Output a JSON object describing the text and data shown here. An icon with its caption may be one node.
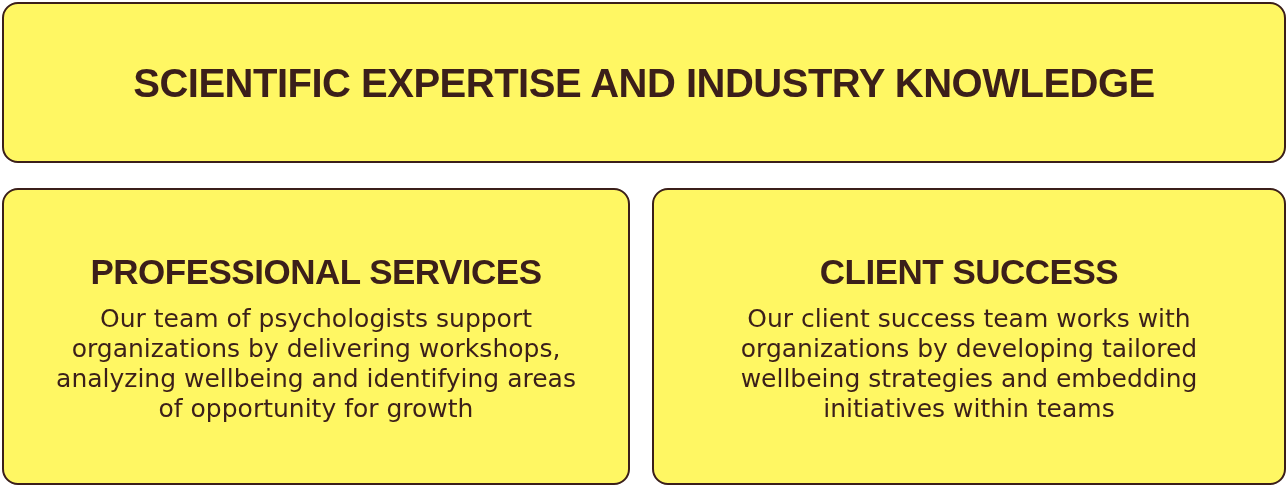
{
  "diagram": {
    "nodes": [
      {
        "text": [
          "SCIENTIFIC EXPERTISE AND INDUSTRY KNOWLEDGE"
        ]
      },
      {
        "text": [
          "PROFESSIONAL SERVICES",
          "Our team of psychologists support organizations by delivering workshops, analyzing wellbeing and identifying areas of opportunity for growth"
        ]
      },
      {
        "text": [
          "CLIENT SUCCESS",
          "Our client success team works with organizations by developing tailored wellbeing strategies and embedding initiatives within teams"
        ]
      }
    ]
  }
}
